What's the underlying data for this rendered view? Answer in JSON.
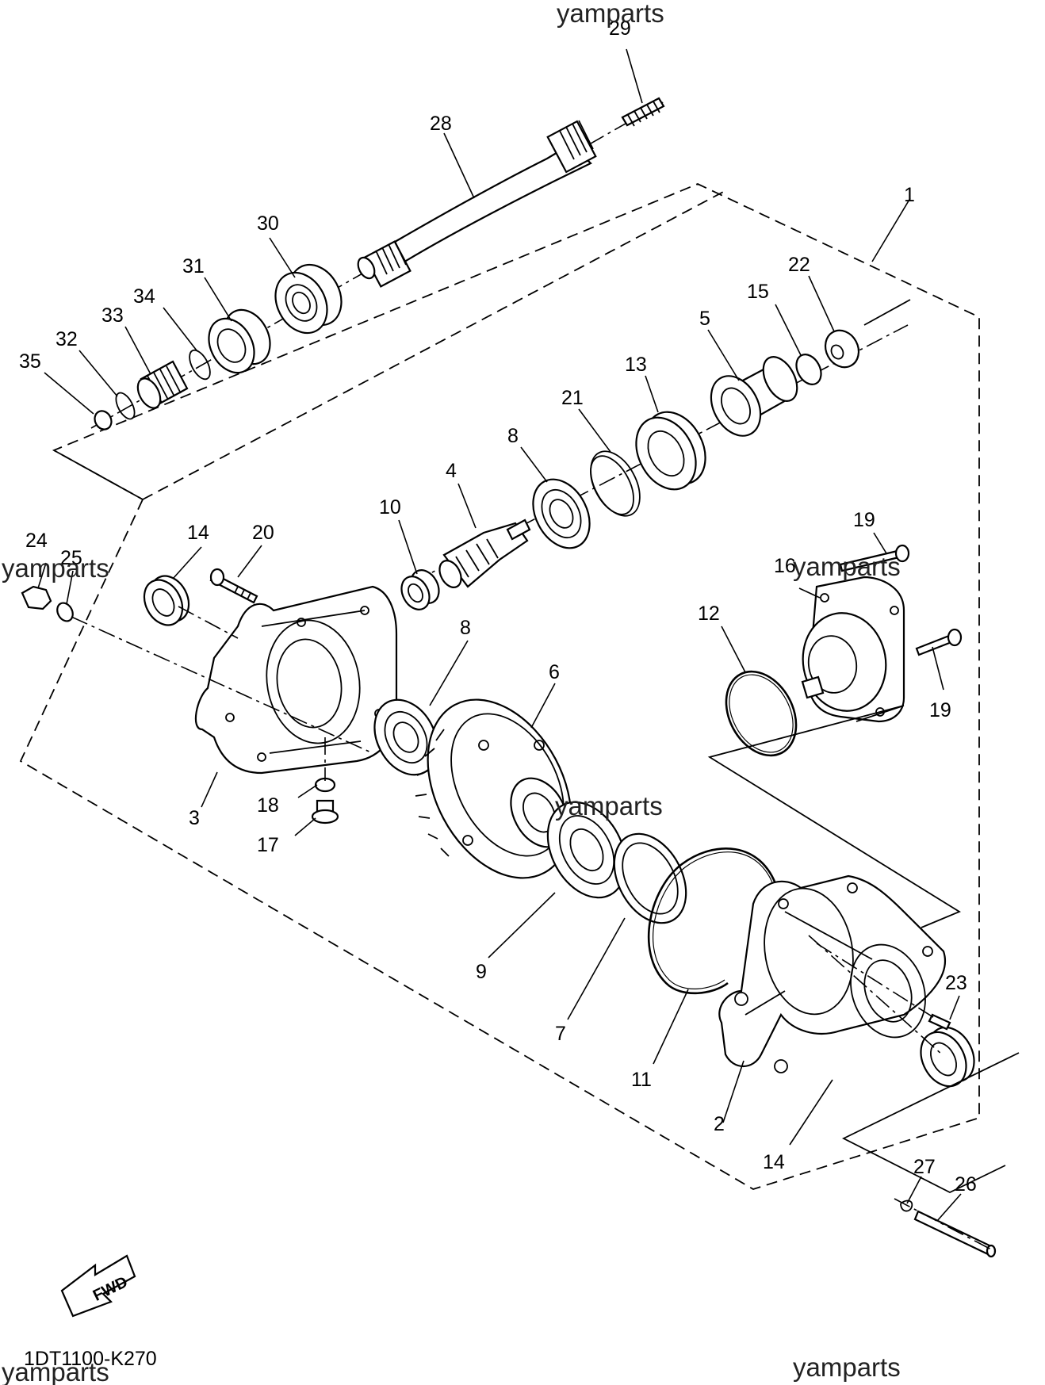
{
  "watermark": "yamparts",
  "diagram_code": "1DT1100-K270",
  "fwd_label": "FWD",
  "callouts": [
    {
      "id": "c29",
      "text": "29"
    },
    {
      "id": "c28",
      "text": "28"
    },
    {
      "id": "c1",
      "text": "1"
    },
    {
      "id": "c30",
      "text": "30"
    },
    {
      "id": "c31",
      "text": "31"
    },
    {
      "id": "c22",
      "text": "22"
    },
    {
      "id": "c15",
      "text": "15"
    },
    {
      "id": "c34",
      "text": "34"
    },
    {
      "id": "c33",
      "text": "33"
    },
    {
      "id": "c5",
      "text": "5"
    },
    {
      "id": "c32",
      "text": "32"
    },
    {
      "id": "c35",
      "text": "35"
    },
    {
      "id": "c13",
      "text": "13"
    },
    {
      "id": "c21",
      "text": "21"
    },
    {
      "id": "c8a",
      "text": "8"
    },
    {
      "id": "c4",
      "text": "4"
    },
    {
      "id": "c10",
      "text": "10"
    },
    {
      "id": "c14a",
      "text": "14"
    },
    {
      "id": "c20",
      "text": "20"
    },
    {
      "id": "c24",
      "text": "24"
    },
    {
      "id": "c25",
      "text": "25"
    },
    {
      "id": "c19a",
      "text": "19"
    },
    {
      "id": "c16",
      "text": "16"
    },
    {
      "id": "c12",
      "text": "12"
    },
    {
      "id": "c8b",
      "text": "8"
    },
    {
      "id": "c6",
      "text": "6"
    },
    {
      "id": "c19b",
      "text": "19"
    },
    {
      "id": "c3",
      "text": "3"
    },
    {
      "id": "c18",
      "text": "18"
    },
    {
      "id": "c17",
      "text": "17"
    },
    {
      "id": "c23",
      "text": "23"
    },
    {
      "id": "c9",
      "text": "9"
    },
    {
      "id": "c7",
      "text": "7"
    },
    {
      "id": "c11",
      "text": "11"
    },
    {
      "id": "c2",
      "text": "2"
    },
    {
      "id": "c14b",
      "text": "14"
    },
    {
      "id": "c27",
      "text": "27"
    },
    {
      "id": "c26",
      "text": "26"
    }
  ]
}
